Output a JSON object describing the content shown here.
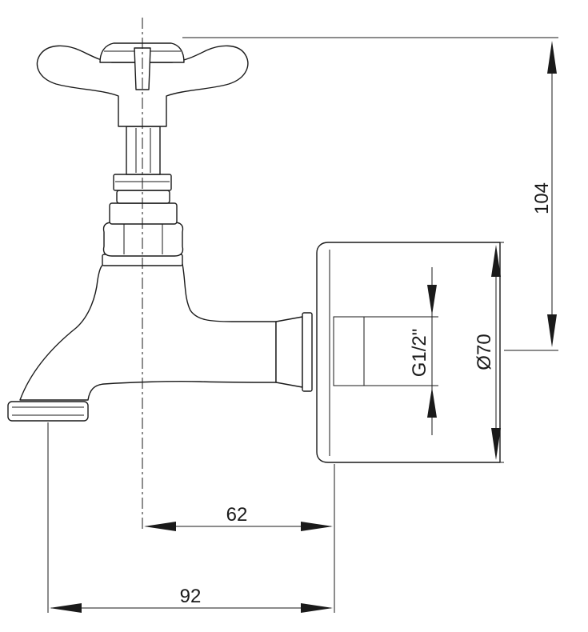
{
  "dimensions": {
    "height_label": "104",
    "outer_diameter_label": "Ø70",
    "thread_label": "G1/2\"",
    "axis_to_wall_label": "62",
    "spout_to_wall_label": "92"
  },
  "colors": {
    "line": "#1a1a1a",
    "background": "#ffffff"
  }
}
